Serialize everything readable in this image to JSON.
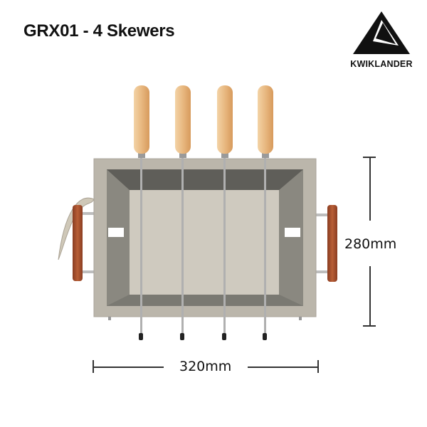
{
  "header": {
    "title": "GRX01 - 4 Skewers"
  },
  "brand": {
    "name": "KWIKLANDER",
    "logo_icon": "triangle-logo-icon"
  },
  "product": {
    "description": "Rectangular stainless steel grill box with 4 wooden-handled skewers and two wooden side handles",
    "skewer_count": 4,
    "colors": {
      "steel": "#b9b4aa",
      "interior_dark": "#6d6c66",
      "interior_floor": "#cdc8bd",
      "handle_wood": "#e3b27c",
      "side_handle": "#a0502e"
    }
  },
  "dimensions": {
    "width_label": "320mm",
    "height_label": "280mm"
  }
}
